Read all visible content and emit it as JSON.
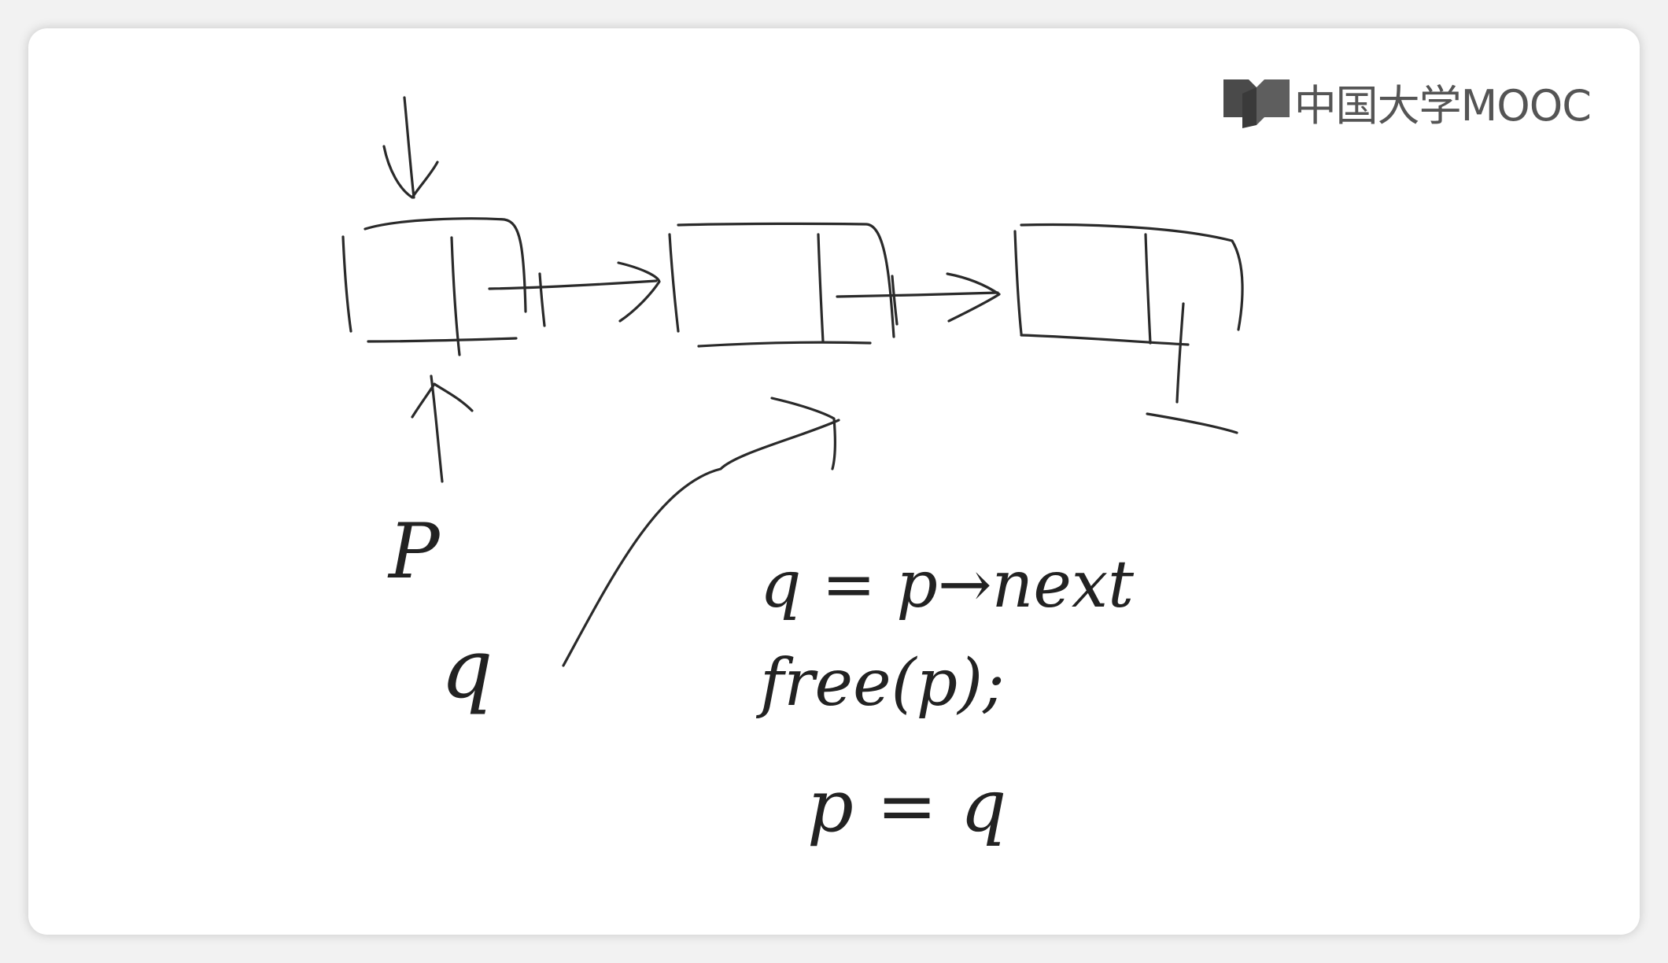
{
  "brand": {
    "name": "中国大学MOOC",
    "icon": "open-book-icon",
    "color": "#555555"
  },
  "labels": {
    "pointer_p": "P",
    "pointer_q": "q"
  },
  "code": {
    "line1": "q = p→next",
    "line2": "free(p);",
    "line3": "p = q"
  },
  "ink_color": "#2a2a2a"
}
